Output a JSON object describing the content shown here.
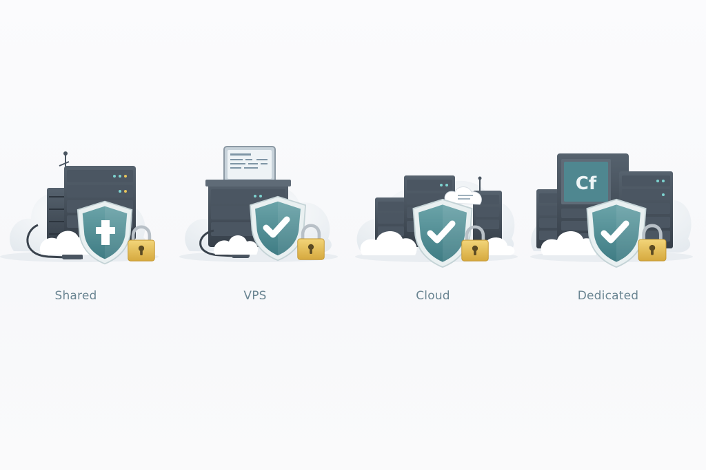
{
  "hosting_types": [
    {
      "id": "shared",
      "label": "Shared",
      "icon": "shared-hosting-illustration"
    },
    {
      "id": "vps",
      "label": "VPS",
      "icon": "vps-hosting-illustration"
    },
    {
      "id": "cloud",
      "label": "Cloud",
      "icon": "cloud-hosting-illustration"
    },
    {
      "id": "dedicated",
      "label": "Dedicated",
      "icon": "dedicated-hosting-illustration",
      "monitor_text": "Cf"
    }
  ],
  "colors": {
    "label": "#6a8592",
    "shield": "#4f8c93",
    "lock": "#e7c25c",
    "server": "#3f4a56"
  }
}
